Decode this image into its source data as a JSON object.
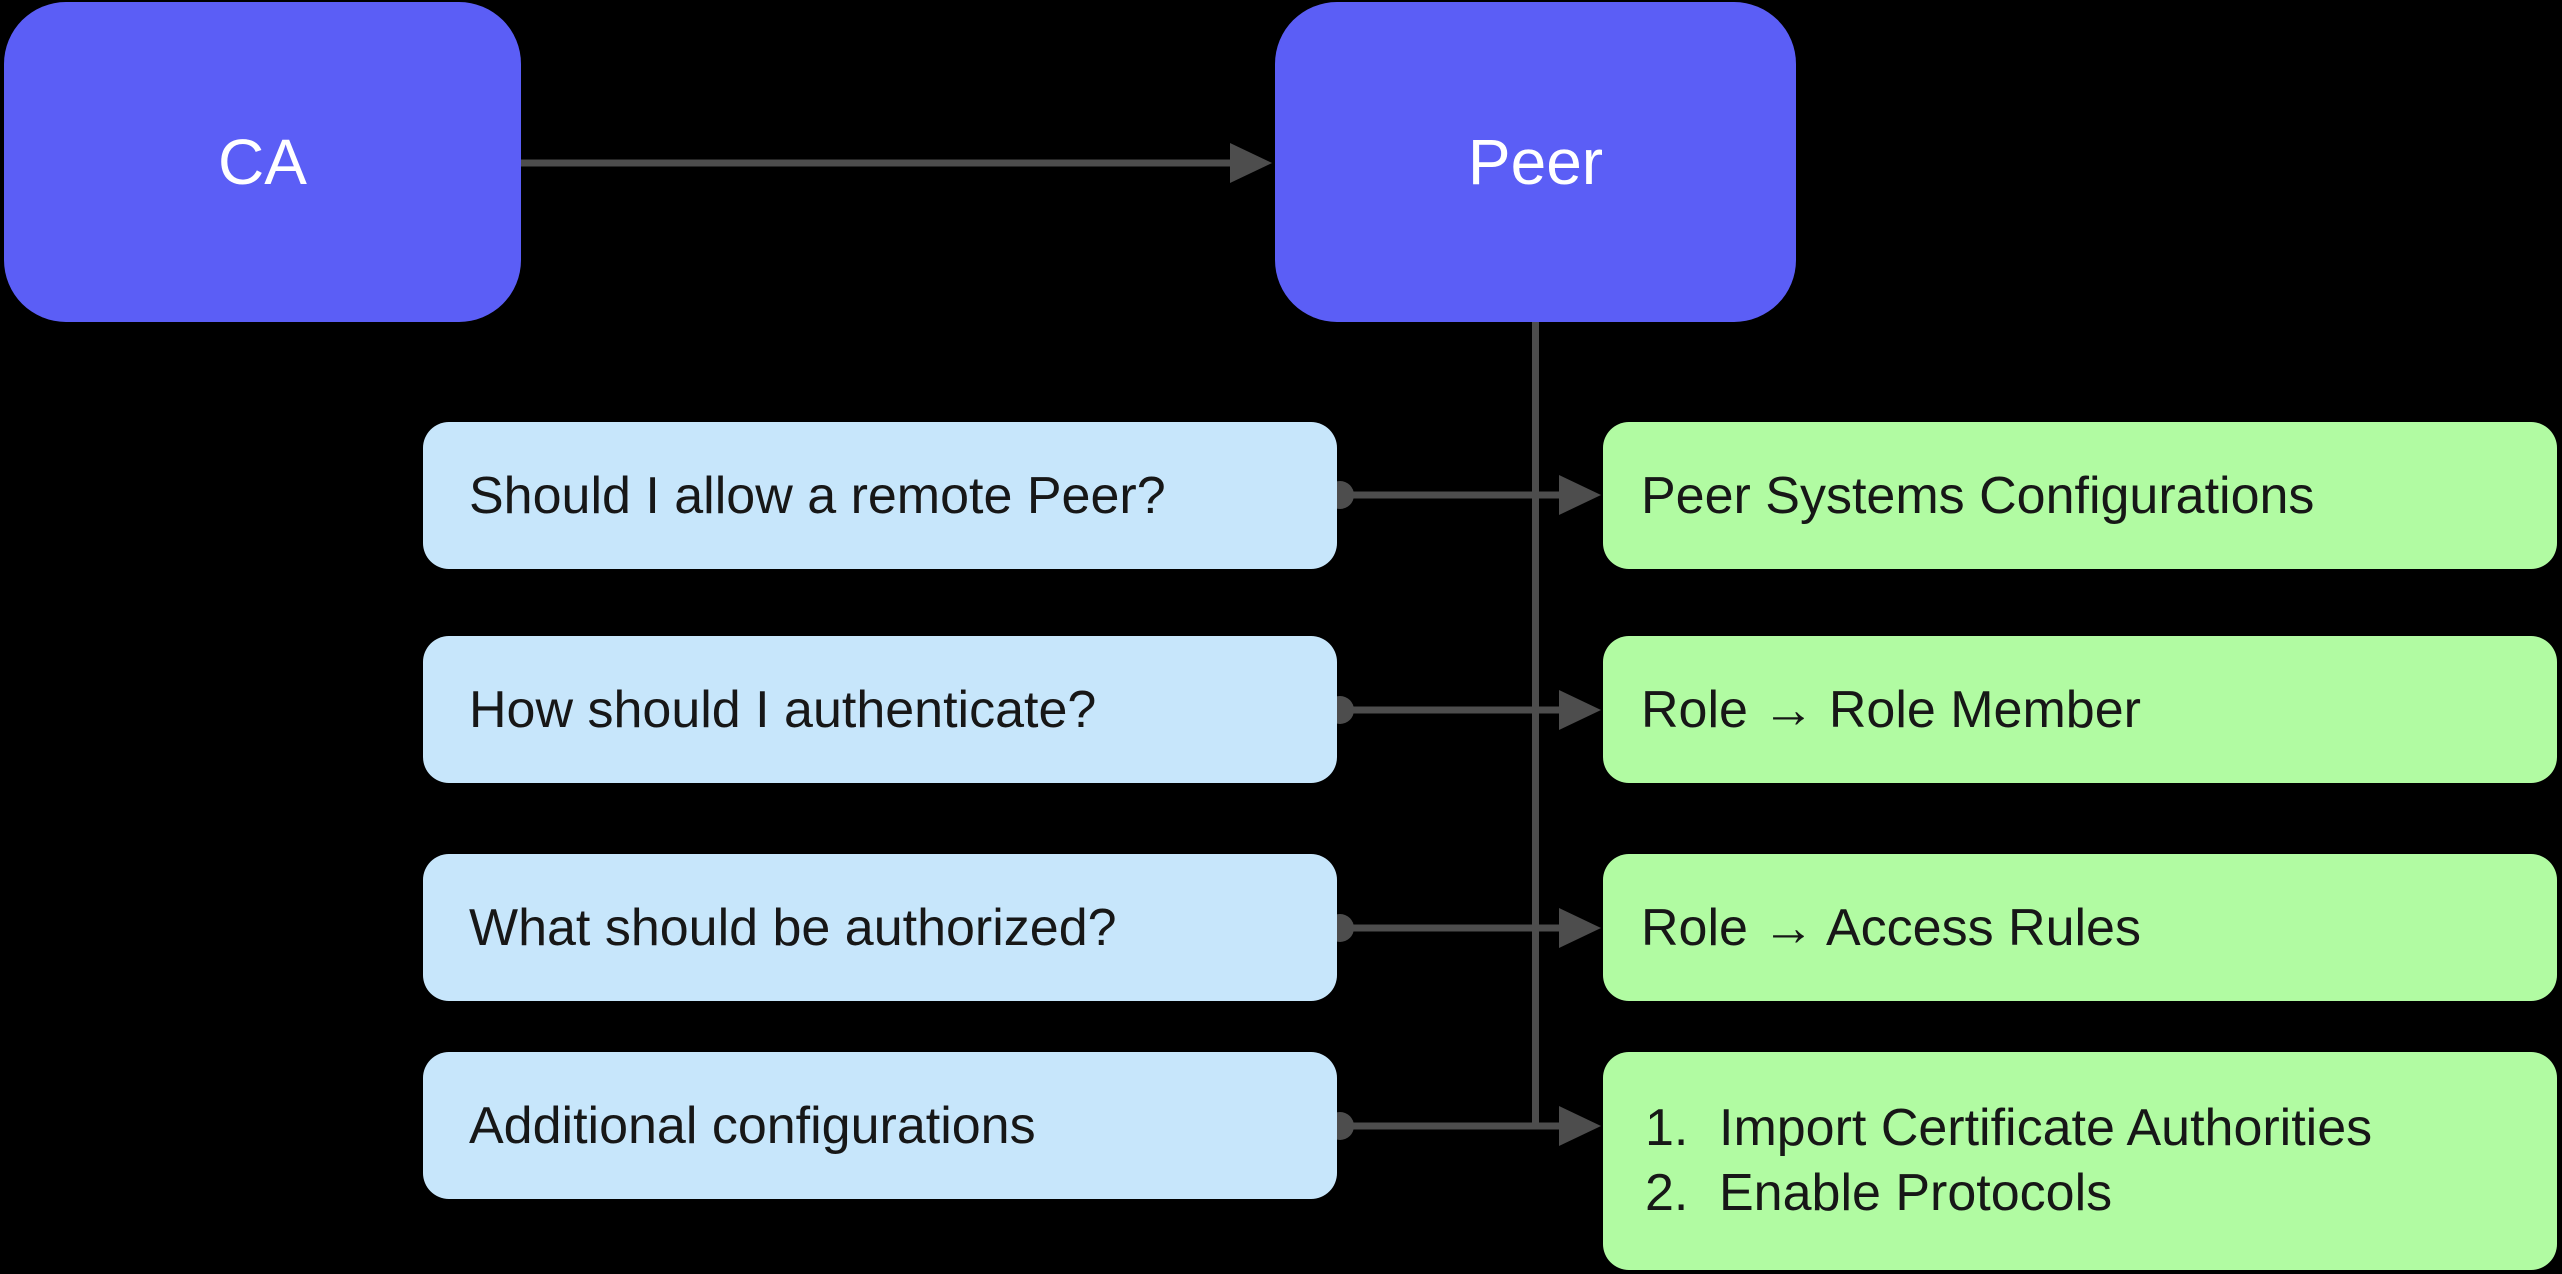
{
  "colors": {
    "bg": "#000000",
    "node": "#5b5ef6",
    "node-text": "#ffffff",
    "question": "#c7e6fb",
    "answer": "#b1fba2",
    "connector": "#4d4d4d",
    "text": "#171717"
  },
  "nodes": {
    "ca": "CA",
    "peer": "Peer"
  },
  "rows": [
    {
      "question": "Should I allow a remote Peer?",
      "answer": "Peer Systems Configurations"
    },
    {
      "question": "How should I authenticate?",
      "answer": "Role → Role Member"
    },
    {
      "question": "What should be authorized?",
      "answer": "Role → Access Rules"
    },
    {
      "question": "Additional configurations",
      "items": [
        {
          "num": "1.",
          "text": "Import Certificate Authorities"
        },
        {
          "num": "2.",
          "text": "Enable Protocols"
        }
      ]
    }
  ]
}
